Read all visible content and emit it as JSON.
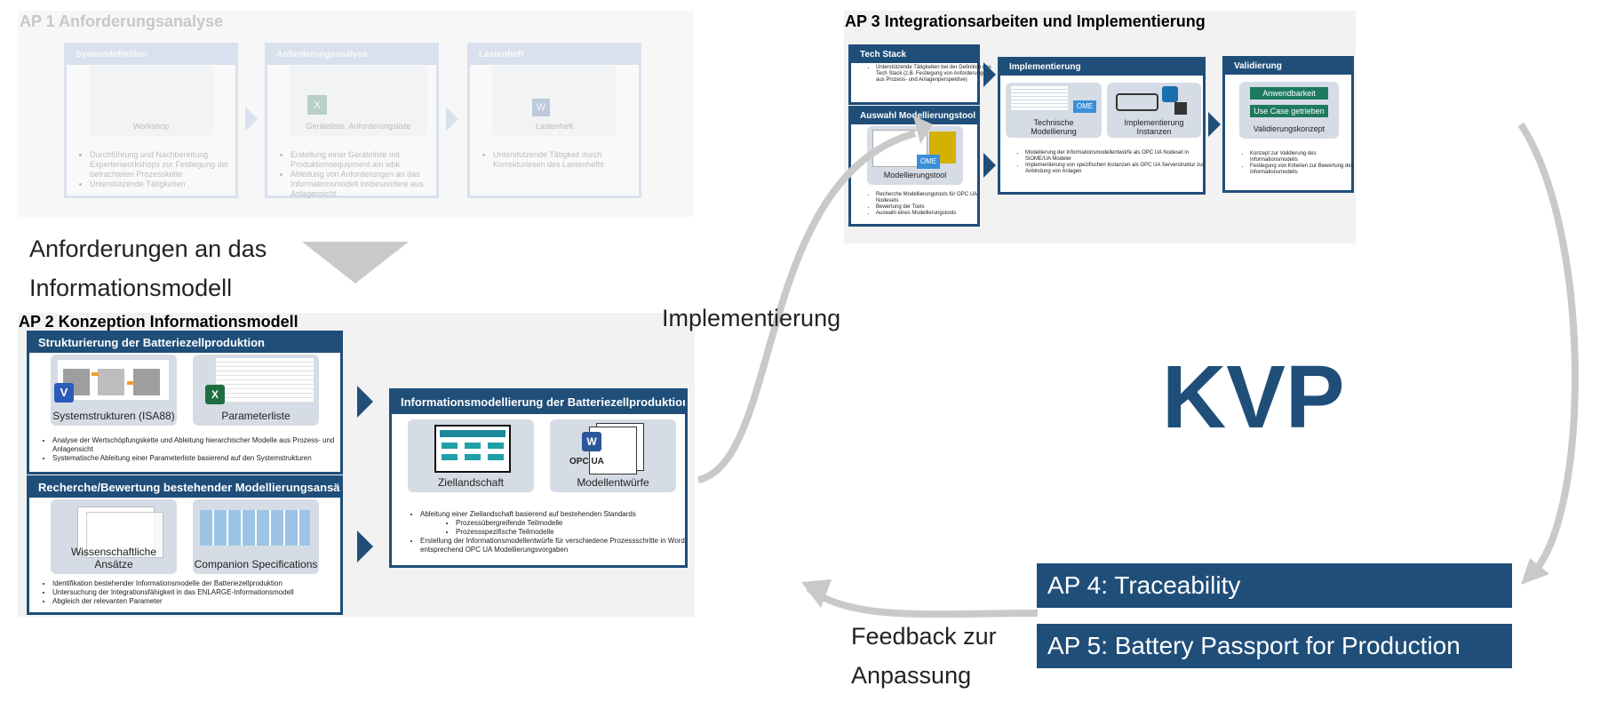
{
  "ap1": {
    "title": "AP 1 Anforderungsanalyse",
    "boxes": [
      {
        "head": "Systemdefinition",
        "thumb_label": "Workshop",
        "bullets": [
          "Durchführung und Nachbereitung Expertenworkshops zur Festlegung der betrachteten Prozesskette",
          "Unterstützende Tätigkeiten"
        ]
      },
      {
        "head": "Anforderungsanalyse",
        "thumb_label": "Geräteliste, Anforderungsliste",
        "bullets": [
          "Erstellung einer Geräteliste mit Produktionsequipment am wbk",
          "Ableitung von Anforderungen an das Informationsmodell insbesondere aus Anlagensicht"
        ]
      },
      {
        "head": "Lastenheft",
        "thumb_label": "Lastenheft",
        "bullets": [
          "Unterstützende Tätigkeit durch Korrekturlesen des Lastenhefts"
        ]
      }
    ]
  },
  "transition": {
    "requirements_line1": "Anforderungen an das",
    "requirements_line2": "Informationsmodell",
    "implementation": "Implementierung",
    "feedback_line1": "Feedback zur",
    "feedback_line2": "Anpassung"
  },
  "ap2": {
    "title": "AP 2 Konzeption Informationsmodell",
    "structuring": {
      "head": "Strukturierung der Batteriezellproduktion",
      "thumbs": [
        "Systemstrukturen (ISA88)",
        "Parameterliste"
      ],
      "bullets": [
        "Analyse der Wertschöpfungskette und Ableitung hierarchischer Modelle aus Prozess- und Anlagensicht",
        "Systematische Ableitung einer Parameterliste basierend auf den Systemstrukturen"
      ]
    },
    "research": {
      "head": "Recherche/Bewertung bestehender Modellierungsansätze",
      "thumbs": [
        "Wissenschaftliche Ansätze",
        "Companion Specifications"
      ],
      "bullets": [
        "Identifikation bestehender Informationsmodelle der Batteriezellproduktion",
        "Untersuchung der Integrationsfähigkeit in das ENLARGE-Informationsmodell",
        "Abgleich der relevanten Parameter"
      ]
    },
    "modeling": {
      "head": "Informationsmodellierung der Batteriezellproduktion",
      "thumbs": [
        "Ziellandschaft",
        "Modellentwürfe"
      ],
      "bullets": [
        "Ableitung einer Ziellandschaft basierend auf bestehenden Standards",
        "Erstellung der Informationsmodellentwürfe für verschiedene Prozessschritte in Word entsprechend OPC UA Modellierungsvorgaben"
      ],
      "subbullets": [
        "Prozessübergreifende Teilmodelle",
        "Prozessspezifische Teilmodelle"
      ]
    }
  },
  "ap3": {
    "title": "AP 3 Integrationsarbeiten und Implementierung",
    "tech_stack": {
      "head": "Tech Stack",
      "bullets": [
        "Unterstützende Tätigkeiten bei der Definition des Tech Stack (z.B. Festlegung von Anforderungen aus Prozess- und Anlagenperspektive)"
      ]
    },
    "tool": {
      "head": "Auswahl Modellierungstool",
      "thumb_label": "Modellierungstool",
      "bullets": [
        "Recherche Modellierungstools für OPC UA Nodesets",
        "Bewertung der Tools",
        "Auswahl eines Modellierungstools"
      ]
    },
    "implementation": {
      "head": "Implementierung",
      "thumbs": [
        "Technische Modellierung",
        "Implementierung Instanzen"
      ],
      "bullets": [
        "Modellierung der Informationsmodellentwürfe als OPC UA Nodeset in SiOME/UA Modeler",
        "Implementierung von spezifischen Instanzen als OPC UA Serverstruktur zur Anbindung von Anlagen"
      ]
    },
    "validation": {
      "head": "Validierung",
      "buttons": [
        "Anwendbarkeit",
        "Use Case getrieben"
      ],
      "thumb_label": "Validierungskonzept",
      "bullets": [
        "Konzept zur Validierung des Informationsmodells",
        "Festlegung von Kriterien zur Bewertung des Informationsmodells"
      ]
    }
  },
  "kvp": "KVP",
  "ap4": "AP 4: Traceability",
  "ap5": "AP 5: Battery Passport for Production",
  "colors": {
    "navy": "#1f4e79",
    "panel": "#f2f2f2",
    "thumb": "#d6dce5",
    "arrow": "#c9c9c9",
    "green": "#1d7a5f"
  }
}
